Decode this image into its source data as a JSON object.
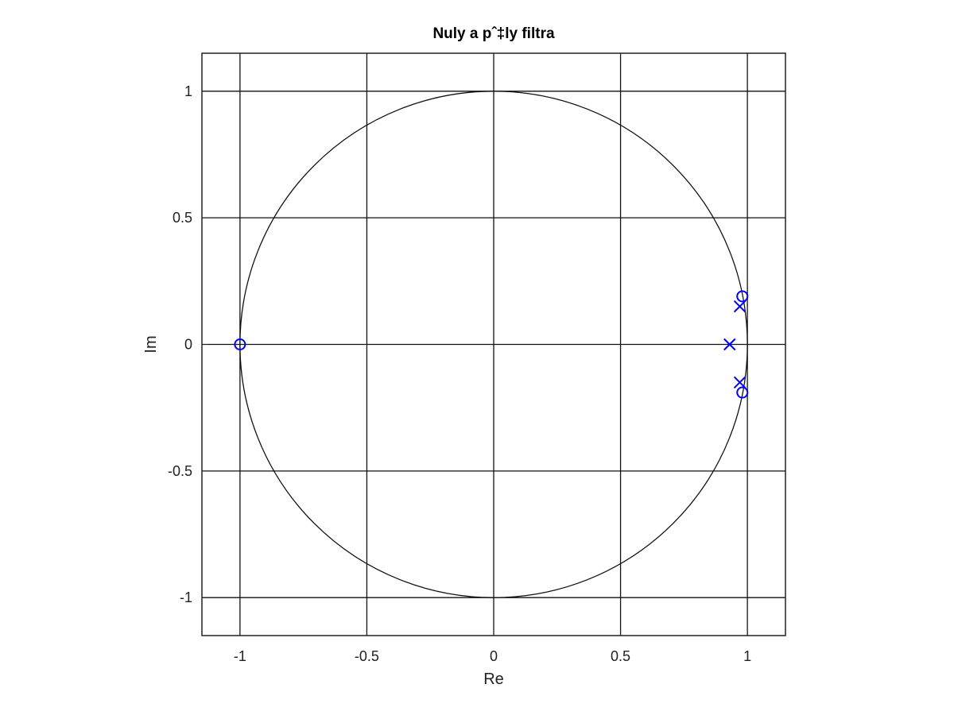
{
  "chart_data": {
    "type": "scatter",
    "title": "Nuly a pˆ‡ly filtra",
    "xlabel": "Re",
    "ylabel": "Im",
    "xlim": [
      -1.15,
      1.15
    ],
    "ylim": [
      -1.15,
      1.15
    ],
    "x_ticks": [
      -1,
      -0.5,
      0,
      0.5,
      1
    ],
    "y_ticks": [
      -1,
      -0.5,
      0,
      0.5,
      1
    ],
    "x_tick_labels": [
      "-1",
      "-0.5",
      "0",
      "0.5",
      "1"
    ],
    "y_tick_labels": [
      "-1",
      "-0.5",
      "0",
      "0.5",
      "1"
    ],
    "grid": true,
    "unit_circle": true,
    "series": [
      {
        "marker": "circle",
        "color": "#0000ff",
        "points": [
          {
            "x": -1.0,
            "y": 0.0
          },
          {
            "x": 0.98,
            "y": 0.19
          },
          {
            "x": 0.98,
            "y": -0.19
          }
        ]
      },
      {
        "marker": "x",
        "color": "#0000ff",
        "points": [
          {
            "x": 0.93,
            "y": 0.0
          },
          {
            "x": 0.97,
            "y": 0.15
          },
          {
            "x": 0.97,
            "y": -0.15
          }
        ]
      }
    ]
  }
}
